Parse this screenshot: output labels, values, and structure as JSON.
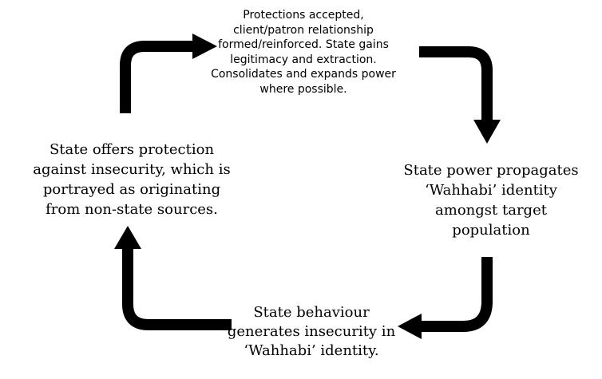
{
  "nodes": {
    "top": {
      "lines": [
        "Protections accepted,",
        "client/patron relationship",
        "formed/reinforced. State gains",
        "legitimacy and extraction.",
        "Consolidates and expands power",
        "where possible."
      ]
    },
    "right": {
      "lines": [
        "State power propagates",
        "‘Wahhabi’ identity",
        "amongst target",
        "population"
      ]
    },
    "bottom": {
      "lines": [
        "State behaviour",
        "generates insecurity in",
        "‘Wahhabi’ identity."
      ]
    },
    "left": {
      "lines": [
        "State offers protection",
        "against insecurity, which is",
        "portrayed as originating",
        "from non-state sources."
      ]
    }
  },
  "colors": {
    "arrow": "#000000",
    "text": "#000000",
    "background": "#ffffff"
  }
}
